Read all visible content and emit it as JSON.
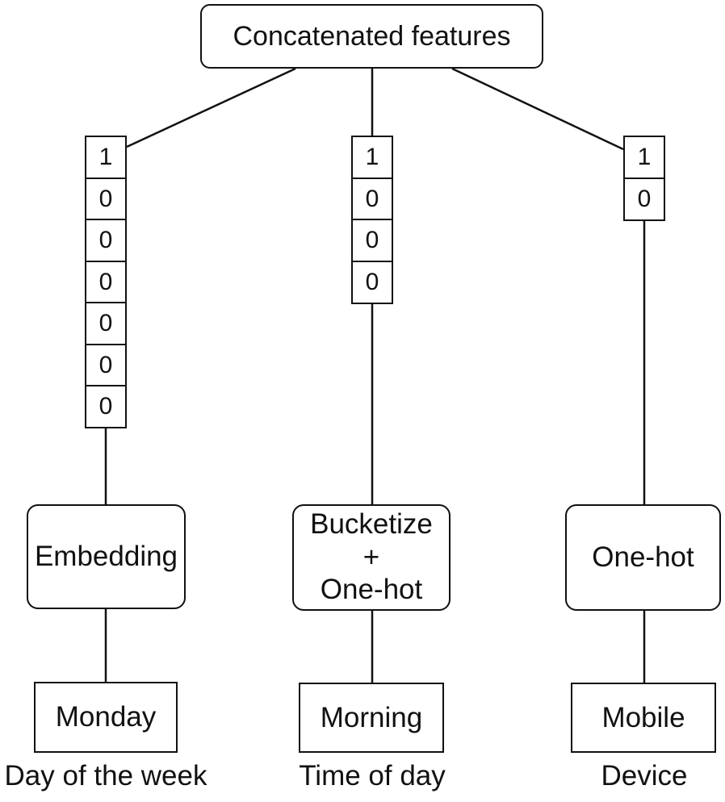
{
  "root": {
    "label": "Concatenated features"
  },
  "columns": [
    {
      "name": "day-of-week",
      "vector": [
        "1",
        "0",
        "0",
        "0",
        "0",
        "0",
        "0"
      ],
      "transform_lines": [
        "Embedding"
      ],
      "value_label": "Monday",
      "category_label": "Day of the week"
    },
    {
      "name": "time-of-day",
      "vector": [
        "1",
        "0",
        "0",
        "0"
      ],
      "transform_lines": [
        "Bucketize",
        "+",
        "One-hot"
      ],
      "value_label": "Morning",
      "category_label": "Time of day"
    },
    {
      "name": "device",
      "vector": [
        "1",
        "0"
      ],
      "transform_lines": [
        "One-hot"
      ],
      "value_label": "Mobile",
      "category_label": "Device"
    }
  ],
  "colors": {
    "line": "#111111",
    "background": "#ffffff"
  }
}
